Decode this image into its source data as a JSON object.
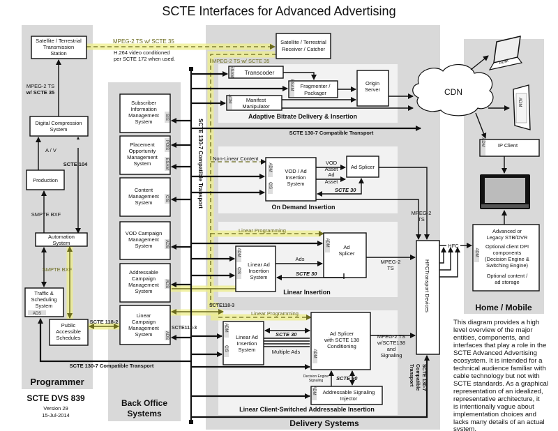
{
  "title": "SCTE Interfaces for Advanced Advertising",
  "colors": {
    "panel": "#d9d9d9",
    "subpanel": "#f2f2f2",
    "highlight": "#eded8a",
    "olive": "#6b6b1e"
  },
  "programmer": {
    "label": "Programmer",
    "transmission_station": [
      "Satellite / Terrestrial",
      "Transmission",
      "Station"
    ],
    "digital_compression": [
      "Digital Compression",
      "System"
    ],
    "production": "Production",
    "automation": [
      "Automation",
      "System"
    ],
    "traffic": [
      "Traffic &",
      "Scheduling",
      "System"
    ],
    "traffic_tag": "ADS",
    "public_schedules": [
      "Public",
      "Accessible",
      "Schedules"
    ],
    "mpeg_label": [
      "MPEG-2 TS",
      "w/ SCTE 35"
    ],
    "av_label": "A / V",
    "scte104_label": "SCTE 104",
    "smpte_bxf_label": "SMPTE BXF",
    "smpte_bxf_label_2": "SMPTE BXF",
    "scte118_2_label": "SCTE 118-2"
  },
  "uplink": {
    "label": "MPEG-2 TS  w/ SCTE 35",
    "note": [
      "H.264 video conditioned",
      "per SCTE 172 when used."
    ]
  },
  "document": {
    "name": "SCTE DVS 839",
    "version": "Version 29",
    "date": "15-Jul-2014"
  },
  "back_office": {
    "label": [
      "Back Office",
      "Systems"
    ],
    "subscriber": [
      "Subscriber",
      "Information",
      "Management",
      "System"
    ],
    "subscriber_tag": "SIS",
    "placement": [
      "Placement",
      "Opportunity",
      "Management",
      "System"
    ],
    "placement_tags": [
      "POIS",
      "ESAM"
    ],
    "content": [
      "Content",
      "Management",
      "System"
    ],
    "content_tag": "CIS",
    "vod_campaign": [
      "VOD Campaign",
      "Management",
      "System"
    ],
    "vod_campaign_tag": "ADS",
    "addressable_campaign": [
      "Addressable",
      "Campaign",
      "Management",
      "System"
    ],
    "addressable_campaign_tag": "ADS",
    "linear_campaign": [
      "Linear",
      "Campaign",
      "Management",
      "System"
    ],
    "linear_campaign_tag": "ADS",
    "bus_label": "SCTE 130-7 Compatible Transport",
    "bottom_transport": "SCTE 130-7 Compatible Transport"
  },
  "delivery": {
    "label": "Delivery Systems",
    "receiver": [
      "Satellite / Terrestrial",
      "Receiver / Catcher"
    ],
    "receiver_out": "MPEG-2 TS  w/ SCTE 35",
    "abr": {
      "label": "Adaptive Bitrate Delivery & Insertion",
      "transcoder": "Transcoder",
      "transcoder_tag": "ESAM",
      "fragmenter": [
        "Fragmenter /",
        "Packager"
      ],
      "fragmenter_tag": "ESAM",
      "manifest": [
        "Manifest",
        "Manipulator"
      ],
      "manifest_tag": "ADM",
      "origin": [
        "Origin",
        "Server"
      ]
    },
    "transport_label": "SCTE 130-7 Compatible Transport",
    "on_demand": {
      "label": "On Demand Insertion",
      "non_linear": "Non-Linear Content",
      "vod_system": [
        "VOD / Ad",
        "Insertion",
        "System"
      ],
      "tags": [
        "ADM",
        "CIS"
      ],
      "vod_asset": [
        "VOD",
        "Asset"
      ],
      "ad_asset": [
        "Ad",
        "Asset"
      ],
      "splicer": "Ad Splicer",
      "scte30": "SCTE 30",
      "mpeg_out": [
        "MPEG-2",
        "TS"
      ]
    },
    "linear": {
      "label": "Linear Insertion",
      "programming": "Linear Programming",
      "splicer": [
        "Ad",
        "Splicer"
      ],
      "splicer_tag": "ADM",
      "system": [
        "Linear Ad",
        "Insertion",
        "System"
      ],
      "tags": [
        "ADM",
        "CIS"
      ],
      "ads": "Ads",
      "scte30": "SCTE 30",
      "mpeg_out": [
        "MPEG-2",
        "TS"
      ],
      "scte118_3": "SCTE118-3"
    },
    "client_switched": {
      "label": "Linear Client-Switched Addressable Insertion",
      "programming": "Linear Programming",
      "scte118_3": "SCTE118-3",
      "system": [
        "Linear Ad",
        "Insertion",
        "System"
      ],
      "tags": [
        "ADM",
        "CIS"
      ],
      "scte30": "SCTE 30",
      "multiple_ads": "Multiple Ads",
      "splicer": [
        "Ad Splicer",
        "with SCTE 138",
        "Conditioning"
      ],
      "splicer_tag": "ADM",
      "mpeg_out": [
        "MPEG-2 TS",
        "w/SCTE138",
        "and",
        "Signaling"
      ],
      "decision": [
        "Decision Engine",
        "Signaling"
      ],
      "scte30_b": "SCTE 30",
      "injector": [
        "Addressable Signaling",
        "Injector"
      ],
      "injector_tag": "ADM"
    },
    "hfc_devices": "HFCTransport Devices",
    "hfc_transport": [
      "SCTE 130-7",
      "Compatible",
      "Transport"
    ]
  },
  "cdn": "CDN",
  "home": {
    "label": "Home / Mobile",
    "laptop_tag": "ADM",
    "tablet_tag": "ADM",
    "ip_client": "IP Client",
    "ip_client_tag": "ADM",
    "hfc": "HFC",
    "stb": [
      "Advanced or",
      "Legacy STB/DVR",
      "Optional client DPI",
      "components",
      "(Decision Engine &",
      "Switching Engine)",
      "Optional content /",
      "ad storage"
    ],
    "stb_tag": "ADM"
  },
  "description": [
    "This diagram provides a high",
    "level overview of the major",
    "entities, components, and",
    "interfaces that play a role in the",
    "SCTE Advanced Advertising",
    "ecosystem. It is intended for a",
    "technical audience familiar with",
    "cable technology but not with",
    "SCTE standards. As a graphical",
    "representation of an idealized,",
    "representative architecture, it",
    "is intentionally vague about",
    "implementation choices and",
    "lacks many details of an actual",
    "system."
  ]
}
